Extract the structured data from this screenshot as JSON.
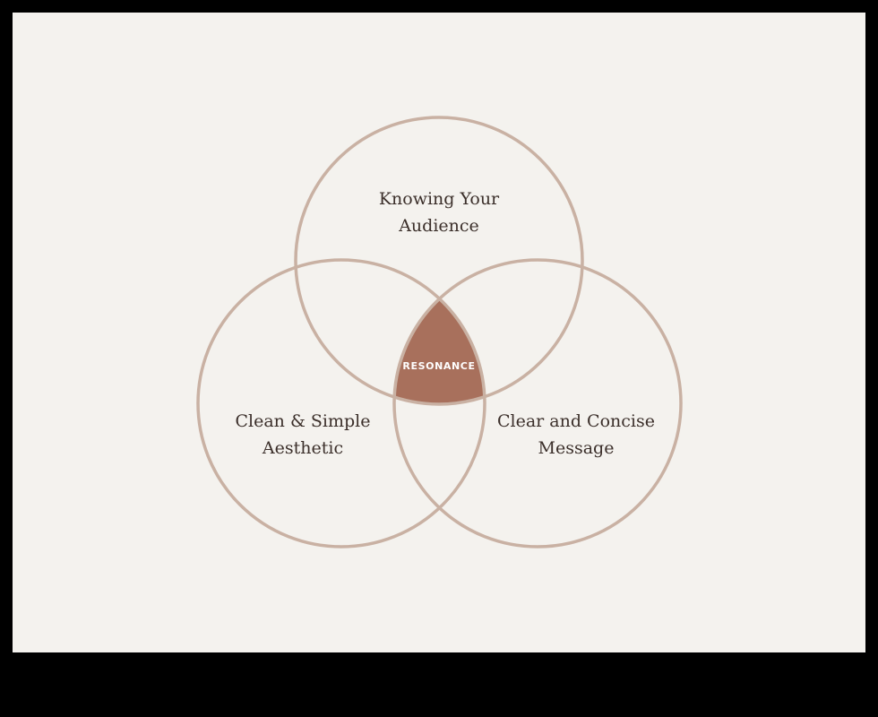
{
  "diagram": {
    "type": "venn-3",
    "colors": {
      "background": "#f4f2ee",
      "frame": "#000000",
      "circle_stroke": "#c9b1a3",
      "intersection_fill": "#a8705c",
      "text": "#3b2f2a",
      "center_text": "#ffffff"
    },
    "circles": [
      {
        "id": "top",
        "label_lines": [
          "Knowing Your",
          "Audience"
        ]
      },
      {
        "id": "left",
        "label_lines": [
          "Clean & Simple",
          "Aesthetic"
        ]
      },
      {
        "id": "right",
        "label_lines": [
          "Clear and Concise",
          "Message"
        ]
      }
    ],
    "center_label": "RESONANCE"
  }
}
